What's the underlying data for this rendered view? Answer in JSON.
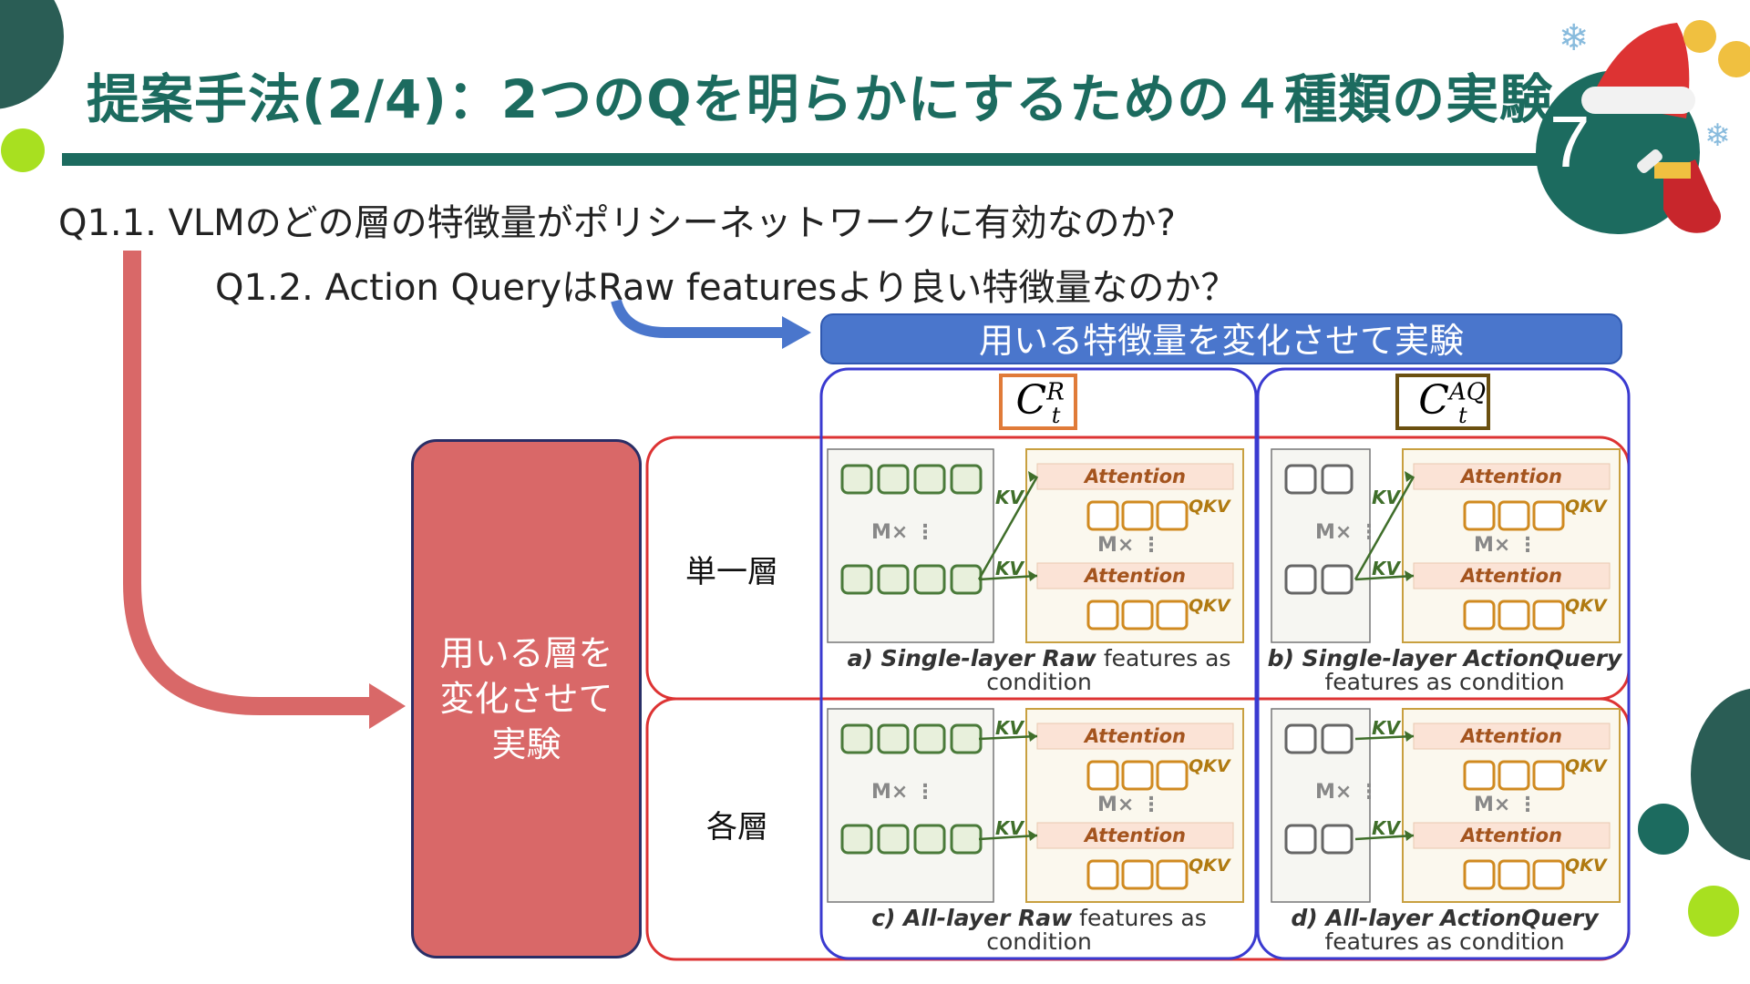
{
  "slide": {
    "title": "提案手法(2/4)：2つのQを明らかにするための４種類の実験",
    "page_number": "7",
    "q1": "Q1.1.  VLMのどの層の特徴量がポリシーネットワークに有効なのか?",
    "q2": "Q1.2.   Action QueryはRaw featuresより良い特徴量なのか？",
    "banner": "用いる特徴量を変化させて実験",
    "left_box": "用いる層を変化させて実験",
    "rows": [
      "単一層",
      "各層"
    ],
    "columns": [
      {
        "symbol": "C",
        "superscript": "R",
        "subscript": "t",
        "color": "#e07b39"
      },
      {
        "symbol": "C",
        "superscript": "AQ",
        "subscript": "t",
        "color": "#6b5010"
      }
    ],
    "panels": [
      {
        "id": "a",
        "caption_line1_prefix": "a) Single-layer Raw",
        "caption_line1_rest": " features as",
        "caption_line2": "condition"
      },
      {
        "id": "b",
        "caption_line1_prefix": "b) Single-layer ActionQuery",
        "caption_line1_rest": "",
        "caption_line2": "features as condition"
      },
      {
        "id": "c",
        "caption_line1_prefix": "c) All-layer Raw",
        "caption_line1_rest": " features as",
        "caption_line2": "condition"
      },
      {
        "id": "d",
        "caption_line1_prefix": "d) All-layer ActionQuery",
        "caption_line1_rest": "",
        "caption_line2": "features as condition"
      }
    ],
    "labels": {
      "attention": "Attention",
      "kv": "KV",
      "qkv": "QKV",
      "mx": "M×"
    },
    "colors": {
      "teal": "#1c6b5f",
      "red": "#d96868",
      "blue": "#4a76cc",
      "green": "#4a7a3a",
      "gold": "#c8a040",
      "lime": "#a8e020"
    }
  }
}
